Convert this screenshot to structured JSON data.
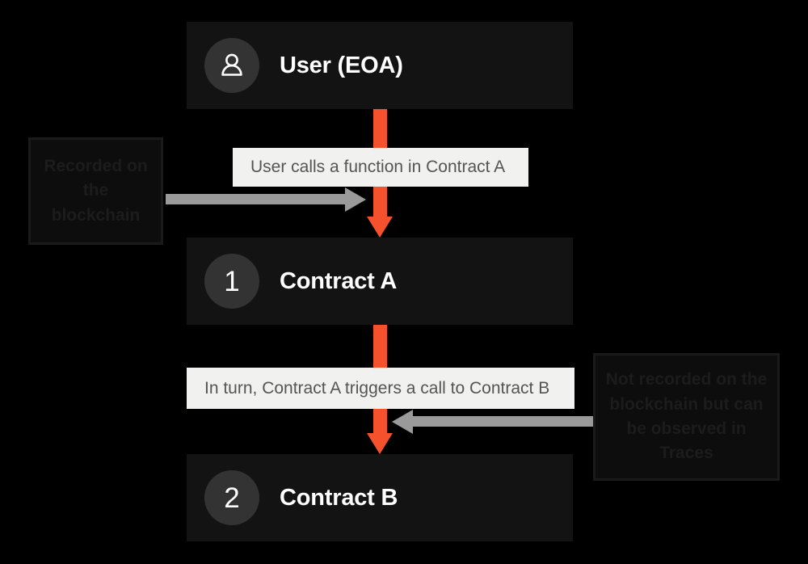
{
  "diagram": {
    "background_color": "#000000",
    "accent_color": "#F4512C",
    "connector_color": "#9a9a9a",
    "nodes": [
      {
        "id": "user",
        "icon": "person-icon",
        "badge": "",
        "title": "User (EOA)"
      },
      {
        "id": "contract-a",
        "icon": "",
        "badge": "1",
        "title": "Contract A"
      },
      {
        "id": "contract-b",
        "icon": "",
        "badge": "2",
        "title": "Contract B"
      }
    ],
    "step_labels": [
      {
        "id": "step-1",
        "text": "User calls a function in Contract A"
      },
      {
        "id": "step-2",
        "text": "In turn, Contract A triggers a call to Contract B"
      }
    ],
    "annotations": [
      {
        "id": "note-left",
        "text": "Recorded on the blockchain"
      },
      {
        "id": "note-right",
        "text": "Not recorded on the blockchain but can be observed in Traces"
      }
    ]
  }
}
